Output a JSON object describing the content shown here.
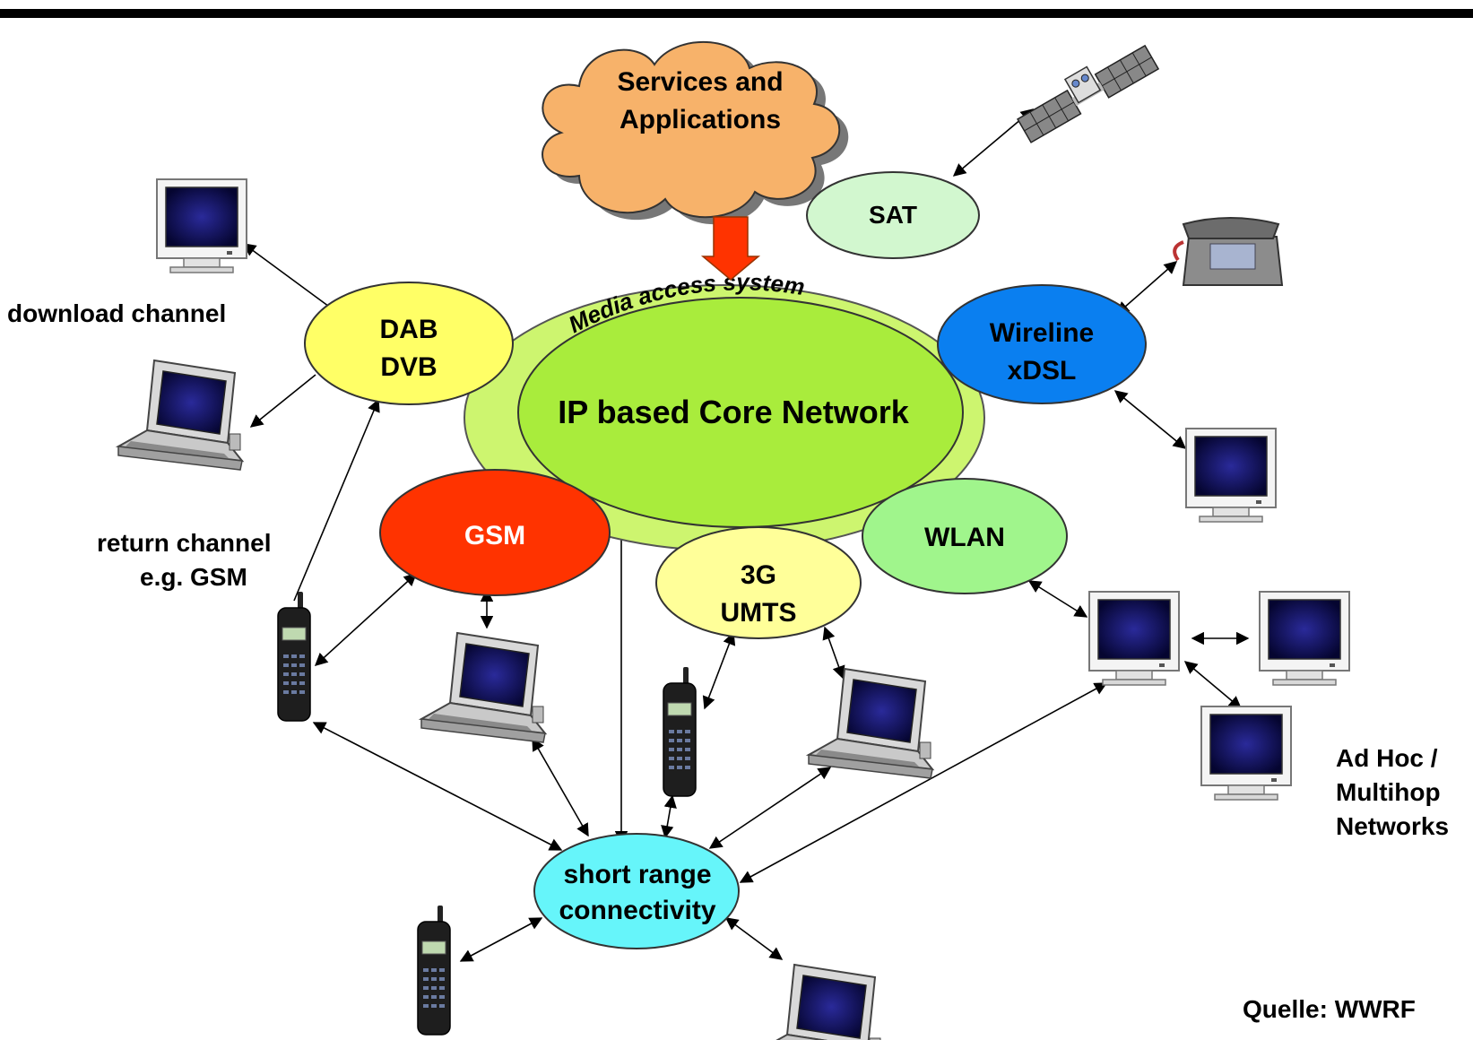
{
  "cloud": {
    "line1": "Services and",
    "line2": "Applications"
  },
  "media_access": "Media access system",
  "core": "IP based Core Network",
  "networks": {
    "sat": "SAT",
    "dab_line1": "DAB",
    "dab_line2": "DVB",
    "wireline_line1": "Wireline",
    "wireline_line2": "xDSL",
    "gsm": "GSM",
    "wlan": "WLAN",
    "umts_line1": "3G",
    "umts_line2": "UMTS",
    "short_line1": "short range",
    "short_line2": "connectivity"
  },
  "labels": {
    "download": "download channel",
    "return_line1": "return channel",
    "return_line2": "e.g. GSM",
    "adhoc_line1": "Ad Hoc /",
    "adhoc_line2": "Multihop",
    "adhoc_line3": "Networks",
    "source": "Quelle: WWRF"
  },
  "colors": {
    "cloud": "#f7b26a",
    "media_ring": "#cdf56f",
    "core": "#a9ec3c",
    "sat": "#d2f7cf",
    "dab": "#ffff66",
    "wireline": "#0a7ff0",
    "gsm": "#ff3300",
    "wlan": "#a0f58c",
    "umts": "#ffff99",
    "short_range": "#66f5fa",
    "arrow_down": "#ff3300"
  }
}
